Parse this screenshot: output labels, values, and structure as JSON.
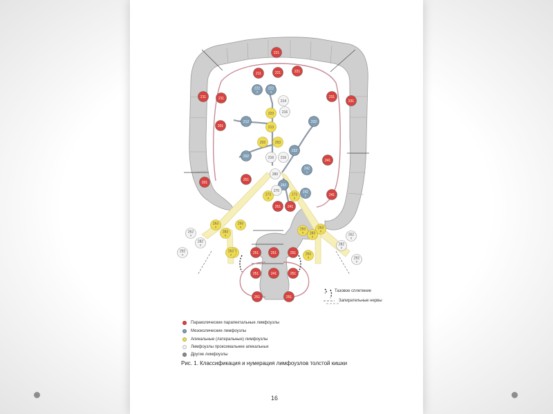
{
  "page_number": "16",
  "caption": "Рис. 1. Классификация и нумерация лимфоузлов толстой кишки",
  "legend": [
    {
      "label": "Параколические парапектальные лимфоузлы",
      "color": "#d9433f"
    },
    {
      "label": "Мезоколические лимфоузлы",
      "color": "#7f9db4"
    },
    {
      "label": "Апикальные (латеральные) лимфоузлы",
      "color": "#f0dc52"
    },
    {
      "label": "Лимфоузлы проксимальнее апикальных",
      "color": "#f4f4f4"
    },
    {
      "label": "Другие лимфоузлы",
      "color": "#8a8a8a"
    }
  ],
  "diagram_legend": {
    "plexus": "Тазовое сплетение",
    "nerves": "Запирательные нервы"
  },
  "colors": {
    "red": "#d9433f",
    "blue": "#7f9db4",
    "yellow": "#f0dc52",
    "white": "#f4f4f4",
    "gray": "#8a8a8a",
    "colon": "#cfcfcf"
  },
  "nodes": [
    {
      "label": "221",
      "type": "red"
    },
    {
      "label": "211",
      "type": "red"
    },
    {
      "label": "221",
      "type": "red"
    },
    {
      "label": "221",
      "type": "red"
    },
    {
      "label": "211",
      "type": "red"
    },
    {
      "label": "211",
      "type": "red"
    },
    {
      "label": "231",
      "type": "red"
    },
    {
      "label": "231",
      "type": "red"
    },
    {
      "label": "201",
      "type": "red"
    },
    {
      "label": "201",
      "type": "red"
    },
    {
      "label": "241",
      "type": "red"
    },
    {
      "label": "241",
      "type": "red"
    },
    {
      "label": "251",
      "type": "red"
    },
    {
      "label": "251",
      "type": "red"
    },
    {
      "label": "241",
      "type": "red"
    },
    {
      "label": "241",
      "type": "red"
    },
    {
      "label": "251",
      "type": "red"
    },
    {
      "label": "251",
      "type": "red"
    },
    {
      "label": "251",
      "type": "red"
    },
    {
      "label": "251",
      "type": "red"
    },
    {
      "label": "251",
      "type": "red"
    },
    {
      "label": "251",
      "type": "red"
    },
    {
      "label": "251",
      "type": "red"
    },
    {
      "label": "222",
      "sub": "rt",
      "type": "blue"
    },
    {
      "label": "222",
      "sub": "lt",
      "type": "blue"
    },
    {
      "label": "212",
      "type": "blue"
    },
    {
      "label": "202",
      "type": "blue"
    },
    {
      "label": "232",
      "type": "blue"
    },
    {
      "label": "232",
      "type": "blue"
    },
    {
      "label": "242",
      "sub": "1",
      "type": "blue"
    },
    {
      "label": "252",
      "type": "blue"
    },
    {
      "label": "242",
      "sub": "2",
      "type": "blue"
    },
    {
      "label": "214",
      "type": "white"
    },
    {
      "label": "216",
      "type": "white"
    },
    {
      "label": "216",
      "type": "white"
    },
    {
      "label": "216",
      "type": "white"
    },
    {
      "label": "280",
      "type": "white"
    },
    {
      "label": "270",
      "type": "white"
    },
    {
      "label": "203",
      "type": "yellow"
    },
    {
      "label": "213",
      "type": "yellow"
    },
    {
      "label": "223",
      "type": "yellow"
    },
    {
      "label": "253",
      "type": "yellow"
    },
    {
      "label": "273",
      "sub": "rt",
      "type": "yellow"
    },
    {
      "label": "273",
      "sub": "lt",
      "type": "yellow"
    },
    {
      "label": "263",
      "sub": "rt",
      "type": "yellow"
    },
    {
      "label": "283",
      "sub": "rt",
      "type": "yellow"
    },
    {
      "label": "293",
      "sub": "rt",
      "type": "yellow"
    },
    {
      "label": "263",
      "sub": "lt",
      "type": "yellow"
    },
    {
      "label": "283",
      "sub": "lt",
      "type": "yellow"
    },
    {
      "label": "293",
      "sub": "lt",
      "type": "yellow"
    },
    {
      "label": "263",
      "sub": "d",
      "type": "yellow"
    },
    {
      "label": "263",
      "sub": "lt",
      "type": "yellow"
    },
    {
      "label": "263",
      "sub": "rt",
      "type": "yellow"
    },
    {
      "label": "292",
      "sub": "rt",
      "type": "white"
    },
    {
      "label": "292",
      "sub": "lt",
      "type": "white"
    },
    {
      "label": "282",
      "sub": "rt",
      "type": "white"
    },
    {
      "label": "282",
      "sub": "lt",
      "type": "white"
    },
    {
      "label": "262",
      "sub": "rt",
      "type": "white"
    },
    {
      "label": "262",
      "sub": "lt",
      "type": "white"
    }
  ]
}
